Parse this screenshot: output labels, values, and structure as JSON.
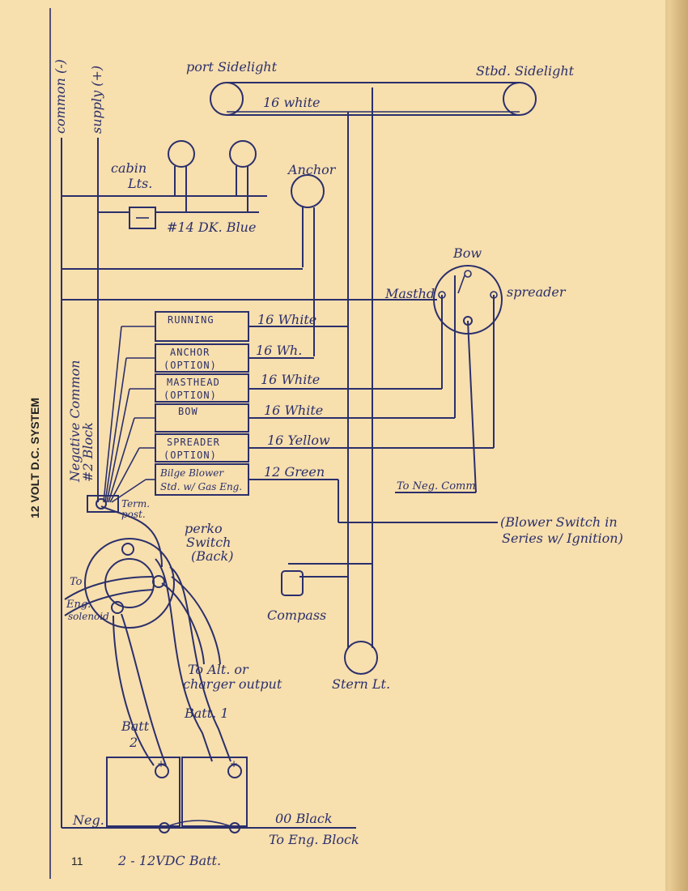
{
  "system_title": "12 VOLT D.C. SYSTEM",
  "page_number": "11",
  "rails": {
    "common": "common (-)",
    "supply": "supply (+)",
    "negative_common": "Negative Common",
    "block": "#2 Block"
  },
  "lights": {
    "port": "port Sidelight",
    "stbd": "Stbd. Sidelight",
    "cabin": "cabin",
    "cabin2": "Lts.",
    "anchor": "Anchor",
    "bow": "Bow",
    "masthd": "Masthd",
    "spreader": "spreader",
    "compass": "Compass",
    "stern": "Stern Lt."
  },
  "wires": {
    "top": "16 white",
    "cabin_fuse": "#14 DK. Blue",
    "running": "16 White",
    "anchor": "16 Wh.",
    "masthead": "16 White",
    "bow": "16 White",
    "spreader": "16 Yellow",
    "bilge": "12 Green"
  },
  "switch_panel": {
    "running": "RUNNING",
    "anchor": "ANCHOR",
    "anchor_opt": "(OPTION)",
    "masthead": "MASTHEAD",
    "masthead_opt": "(OPTION)",
    "bow": "BOW",
    "spreader": "SPREADER",
    "spreader_opt": "(OPTION)",
    "bilge": "Bilge Blower",
    "bilge2": "Std. w/ Gas Eng."
  },
  "notes": {
    "term": "Term.",
    "post": "post.",
    "neg_comm": "To Neg. Comm",
    "blower1": "(Blower Switch in",
    "blower2": "Series w/ Ignition)",
    "perko1": "perko",
    "perko2": "Switch",
    "perko3": "(Back)",
    "to_eng1": "To",
    "to_eng2": "Eng.",
    "to_eng3": "solenoid",
    "alt1": "To Alt. or",
    "alt2": "charger output",
    "batt1": "Batt. 1",
    "batt2a": "Batt",
    "batt2b": "2",
    "neg": "Neg.",
    "black": "00 Black",
    "eng_block": "To Eng. Block",
    "batteries": "2 - 12VDC Batt."
  },
  "colors": {
    "paper": "#f7dfae",
    "ink": "#2b2f6b"
  }
}
